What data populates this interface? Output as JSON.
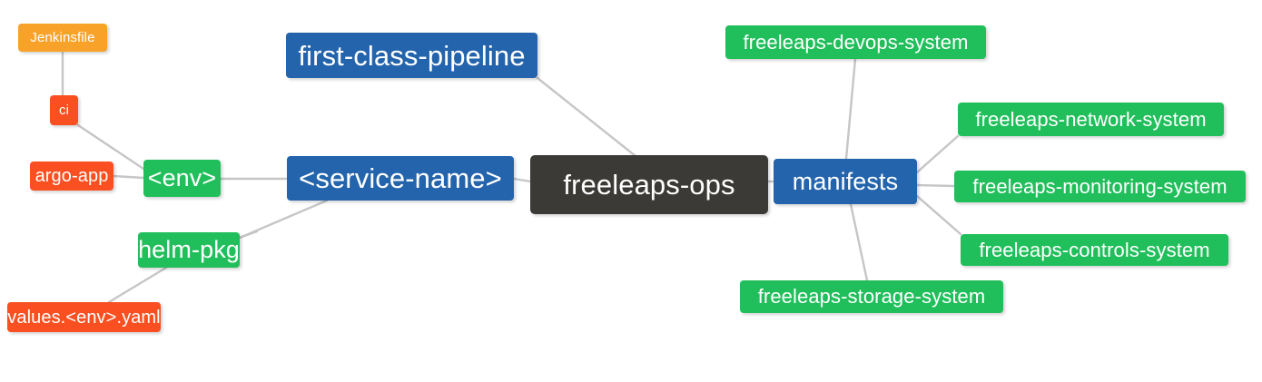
{
  "diagram": {
    "title": "freeleaps-ops mind map",
    "background": "#ffffff",
    "edge_color": "#c6c6c6",
    "palette": {
      "root": "#3c3a36",
      "blue": "#2364ac",
      "green": "#21bf5b",
      "orange": "#f9a229",
      "red": "#fa4f20",
      "text": "#ffffff"
    }
  },
  "nodes": {
    "root": {
      "label": "freeleaps-ops",
      "color": "#3c3a36"
    },
    "service_name": {
      "label": "<service-name>",
      "color": "#2364ac"
    },
    "first_class_pipeline": {
      "label": "first-class-pipeline",
      "color": "#2364ac"
    },
    "manifests": {
      "label": "manifests",
      "color": "#2364ac"
    },
    "env": {
      "label": "<env>",
      "color": "#21bf5b"
    },
    "helm_pkg": {
      "label": "helm-pkg",
      "color": "#21bf5b"
    },
    "jenkinsfile": {
      "label": "Jenkinsfile",
      "color": "#f9a229"
    },
    "ci": {
      "label": "ci",
      "color": "#fa4f20"
    },
    "argo_app": {
      "label": "argo-app",
      "color": "#fa4f20"
    },
    "values_yaml": {
      "label": "values.<env>.yaml",
      "color": "#fa4f20"
    },
    "devops_system": {
      "label": "freeleaps-devops-system",
      "color": "#21bf5b"
    },
    "network_system": {
      "label": "freeleaps-network-system",
      "color": "#21bf5b"
    },
    "monitoring_system": {
      "label": "freeleaps-monitoring-system",
      "color": "#21bf5b"
    },
    "controls_system": {
      "label": "freeleaps-controls-system",
      "color": "#21bf5b"
    },
    "storage_system": {
      "label": "freeleaps-storage-system",
      "color": "#21bf5b"
    }
  },
  "edges": [
    {
      "from": "root",
      "to": "service_name"
    },
    {
      "from": "root",
      "to": "manifests"
    },
    {
      "from": "root",
      "to": "first_class_pipeline"
    },
    {
      "from": "service_name",
      "to": "env"
    },
    {
      "from": "service_name",
      "to": "helm_pkg"
    },
    {
      "from": "env",
      "to": "ci"
    },
    {
      "from": "env",
      "to": "argo_app"
    },
    {
      "from": "ci",
      "to": "jenkinsfile"
    },
    {
      "from": "helm_pkg",
      "to": "values_yaml"
    },
    {
      "from": "manifests",
      "to": "devops_system"
    },
    {
      "from": "manifests",
      "to": "network_system"
    },
    {
      "from": "manifests",
      "to": "monitoring_system"
    },
    {
      "from": "manifests",
      "to": "controls_system"
    },
    {
      "from": "manifests",
      "to": "storage_system"
    }
  ]
}
